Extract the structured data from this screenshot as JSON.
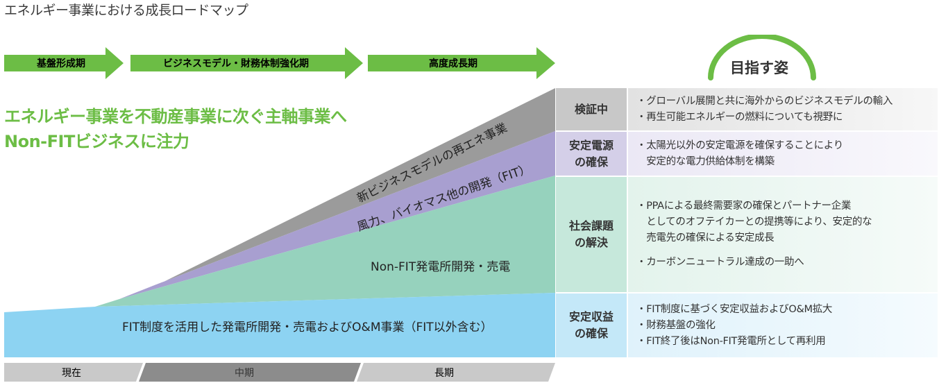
{
  "title": "エネルギー事業における成長ロードマップ",
  "phases": [
    "基盤形成期",
    "ビジネスモデル・財務体制強化期",
    "高度成長期"
  ],
  "headline": [
    "エネルギー事業を不動産事業に次ぐ主軸事業へ",
    "Non-FITビジネスに注力"
  ],
  "layers": {
    "new_business": "新ビジネスモデルの再エネ事業",
    "wind_biomass": "風力、バイオマス他の開発（FIT）",
    "non_fit": "Non-FIT発電所開発・売電",
    "fit": "FIT制度を活用した発電所開発・売電およびO&M事業（FIT以外含む）"
  },
  "goal": {
    "title": "目指す姿",
    "rows": [
      {
        "header": [
          "検証中"
        ],
        "items": [
          "・グローバル展開と共に海外からのビジネスモデルの輸入",
          "・再生可能エネルギーの燃料についても視野に"
        ]
      },
      {
        "header": [
          "安定電源",
          "の確保"
        ],
        "items": [
          "・太陽光以外の安定電源を確保することにより",
          "　安定的な電力供給体制を構築"
        ]
      },
      {
        "header": [
          "社会課題",
          "の解決"
        ],
        "items": [
          "・PPAによる最終需要家の確保とパートナー企業",
          "　としてのオフテイカーとの提携等により、安定的な",
          "　売電先の確保による安定成長"
        ],
        "items2": [
          "・カーボンニュートラル達成の一助へ"
        ]
      },
      {
        "header": [
          "安定収益",
          "の確保"
        ],
        "items": [
          "・FIT制度に基づく安定収益およびO&M拡大",
          "・財務基盤の強化",
          "・FIT終了後はNon-FIT発電所として再利用"
        ]
      }
    ]
  },
  "timeline": [
    "現在",
    "中期",
    "長期"
  ],
  "colors": {
    "green": "#6cbd45",
    "gray_layer": "#9b9b9b",
    "purple_layer": "#a89fd0",
    "teal_layer": "#96d2bd",
    "blue_layer": "#8dd3f2"
  }
}
